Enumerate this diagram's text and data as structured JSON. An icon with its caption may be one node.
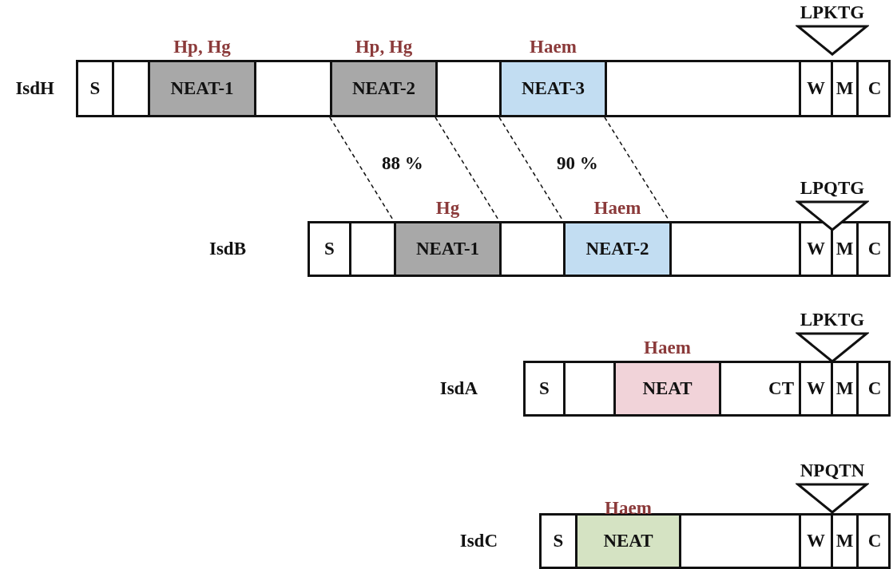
{
  "diagram": {
    "nodes": [
      {
        "text": [
          "IsdH"
        ]
      },
      {
        "text": [
          "S"
        ],
        "in": 0
      },
      {
        "text": [],
        "shape": "box",
        "in": 0
      },
      {
        "text": [
          "Hp, Hg",
          "NEAT-1"
        ],
        "in": 0
      },
      {
        "text": [],
        "shape": "box",
        "in": 0
      },
      {
        "text": [
          "Hp, Hg",
          "NEAT-2"
        ],
        "in": 0
      },
      {
        "text": [],
        "shape": "box",
        "in": 0
      },
      {
        "text": [
          "Haem",
          "NEAT-3"
        ],
        "in": 0
      },
      {
        "text": [],
        "shape": "box",
        "in": 0
      },
      {
        "text": [
          "W"
        ],
        "in": 0
      },
      {
        "text": [
          "M"
        ],
        "in": 0
      },
      {
        "text": [
          "C"
        ],
        "in": 0
      },
      {
        "text": [
          "LPKTG"
        ]
      },
      {
        "text": [
          "IsdB"
        ]
      },
      {
        "text": [
          "S"
        ],
        "in": 13
      },
      {
        "text": [],
        "shape": "box",
        "in": 13
      },
      {
        "text": [
          "Hg",
          "NEAT-1"
        ],
        "in": 13
      },
      {
        "text": [],
        "shape": "box",
        "in": 13
      },
      {
        "text": [
          "Haem",
          "NEAT-2"
        ],
        "in": 13
      },
      {
        "text": [],
        "shape": "box",
        "in": 13
      },
      {
        "text": [
          "W"
        ],
        "in": 13
      },
      {
        "text": [
          "M"
        ],
        "in": 13
      },
      {
        "text": [
          "C"
        ],
        "in": 13
      },
      {
        "text": [
          "LPQTG"
        ]
      },
      {
        "text": [
          "IsdA"
        ]
      },
      {
        "text": [
          "S"
        ],
        "in": 24
      },
      {
        "text": [],
        "shape": "box",
        "in": 24
      },
      {
        "text": [
          "Haem",
          "NEAT"
        ],
        "in": 24
      },
      {
        "text": [
          "CT"
        ],
        "in": 24
      },
      {
        "text": [
          "W"
        ],
        "in": 24
      },
      {
        "text": [
          "M"
        ],
        "in": 24
      },
      {
        "text": [
          "C"
        ],
        "in": 24
      },
      {
        "text": [
          "LPKTG"
        ]
      },
      {
        "text": [
          "IsdC"
        ]
      },
      {
        "text": [
          "S"
        ],
        "in": 33
      },
      {
        "text": [
          "Haem",
          "NEAT"
        ],
        "in": 33
      },
      {
        "text": [],
        "shape": "box",
        "in": 33
      },
      {
        "text": [
          "W"
        ],
        "in": 33
      },
      {
        "text": [
          "M"
        ],
        "in": 33
      },
      {
        "text": [
          "C"
        ],
        "in": 33
      },
      {
        "text": [
          "NPQTN"
        ]
      }
    ],
    "edges": [
      {
        "from": 5,
        "to": 16,
        "arrow": "none",
        "style": "dashed"
      },
      {
        "from": 5,
        "to": 16,
        "arrow": "none",
        "style": "dashed"
      },
      {
        "from": 7,
        "to": 18,
        "arrow": "none",
        "style": "dashed"
      },
      {
        "from": 7,
        "to": 18,
        "arrow": "none",
        "style": "dashed"
      }
    ],
    "labels": [
      "88 %",
      "90 %"
    ]
  }
}
